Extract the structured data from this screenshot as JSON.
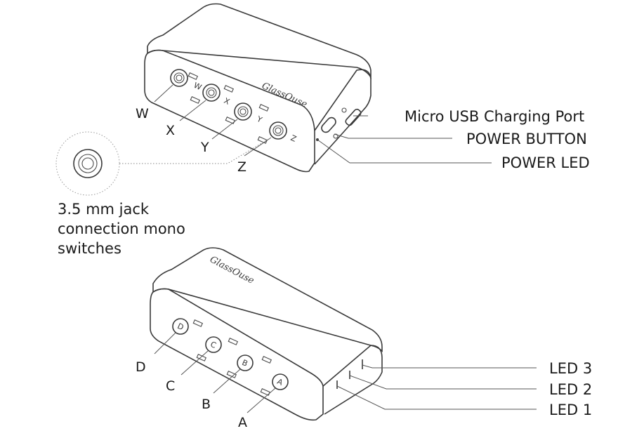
{
  "brand": "GlassOuse",
  "top_device": {
    "port_labels": [
      "W",
      "X",
      "Y",
      "Z"
    ],
    "callouts": {
      "usb": "Micro USB Charging Port",
      "power_button": "POWER BUTTON",
      "power_led": "POWER LED"
    }
  },
  "jack_note": [
    "3.5 mm jack",
    "connection mono",
    "switches"
  ],
  "bottom_device": {
    "button_labels": [
      "D",
      "C",
      "B",
      "A"
    ],
    "led_labels": [
      "LED 3",
      "LED 2",
      "LED 1"
    ]
  }
}
